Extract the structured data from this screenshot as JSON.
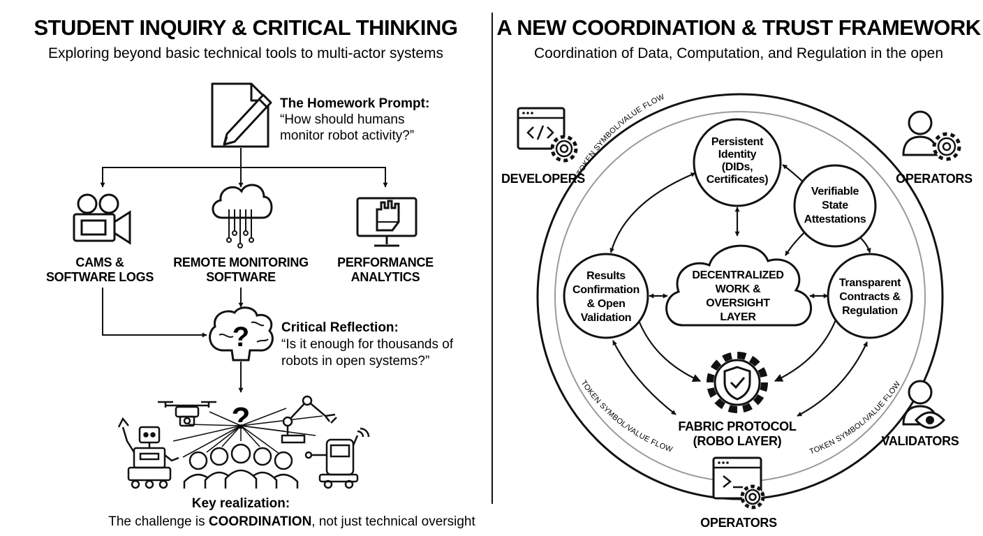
{
  "left": {
    "title": "STUDENT INQUIRY & CRITICAL THINKING",
    "subtitle": "Exploring beyond basic technical tools to multi-actor systems",
    "prompt": {
      "heading": "The Homework Prompt:",
      "line1": "“How should humans",
      "line2": "monitor robot activity?”"
    },
    "tools": [
      {
        "line1": "CAMS &",
        "line2": "SOFTWARE LOGS"
      },
      {
        "line1": "REMOTE MONITORING",
        "line2": "SOFTWARE"
      },
      {
        "line1": "PERFORMANCE",
        "line2": "ANALYTICS"
      }
    ],
    "reflection": {
      "heading": "Critical Reflection:",
      "line1": "“Is it enough for thousands of",
      "line2": "robots in open systems?”"
    },
    "question_mark": "?",
    "realization": {
      "heading": "Key realization:",
      "pre": "The challenge is ",
      "bold": "COORDINATION",
      "post": ", not just technical oversight"
    }
  },
  "right": {
    "title": "A NEW COORDINATION & TRUST FRAMEWORK",
    "subtitle": "Coordination of Data, Computation, and Regulation in the open",
    "actors": {
      "developers": "DEVELOPERS",
      "operators_top": "OPERATORS",
      "validators": "VALIDATORS",
      "operators_bottom": "OPERATORS"
    },
    "ring_label": "TOKEN SYMBOL/VALUE FLOW",
    "nodes": {
      "identity": [
        "Persistent",
        "Identity",
        "(DIDs,",
        "Certificates)"
      ],
      "attestations": [
        "Verifiable",
        "State",
        "Attestations"
      ],
      "contracts": [
        "Transparent",
        "Contracts &",
        "Regulation"
      ],
      "results": [
        "Results",
        "Confirmation",
        "& Open",
        "Validation"
      ],
      "center": [
        "DECENTRALIZED",
        "WORK &",
        "OVERSIGHT",
        "LAYER"
      ],
      "protocol": [
        "FABRIC PROTOCOL",
        "(ROBO LAYER)"
      ]
    }
  }
}
